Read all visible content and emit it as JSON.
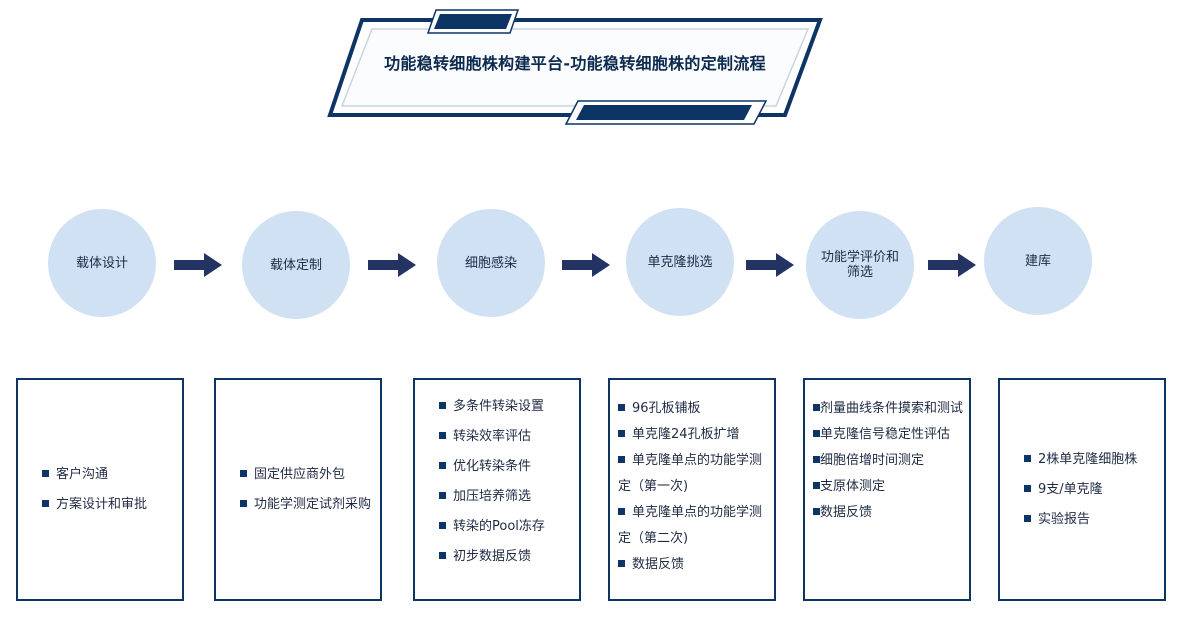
{
  "title": "功能稳转细胞株构建平台-功能稳转细胞株的定制流程",
  "colors": {
    "navy": "#0c3464",
    "circle": "#d0e1f3",
    "arrow": "#233363"
  },
  "steps": [
    {
      "label": "载体设计",
      "items": [
        "客户沟通",
        "方案设计和审批"
      ]
    },
    {
      "label": "载体定制",
      "items": [
        "固定供应商外包",
        "功能学测定试剂采购"
      ]
    },
    {
      "label": "细胞感染",
      "items": [
        "多条件转染设置",
        "转染效率评估",
        "优化转染条件",
        "加压培养筛选",
        "转染的Pool冻存",
        "初步数据反馈"
      ]
    },
    {
      "label": "单克隆挑选",
      "items": [
        "96孔板铺板",
        "单克隆24孔板扩增",
        "单克隆单点的功能学测定（第一次)",
        "单克隆单点的功能学测定（第二次)",
        "数据反馈"
      ]
    },
    {
      "label": "功能学评价和筛选",
      "items": [
        "剂量曲线条件摸索和测试",
        "单克隆信号稳定性评估",
        "细胞倍增时间测定",
        "支原体测定",
        "数据反馈"
      ]
    },
    {
      "label": "建库",
      "items": [
        "2株单克隆细胞株",
        "9支/单克隆",
        "实验报告"
      ]
    }
  ]
}
